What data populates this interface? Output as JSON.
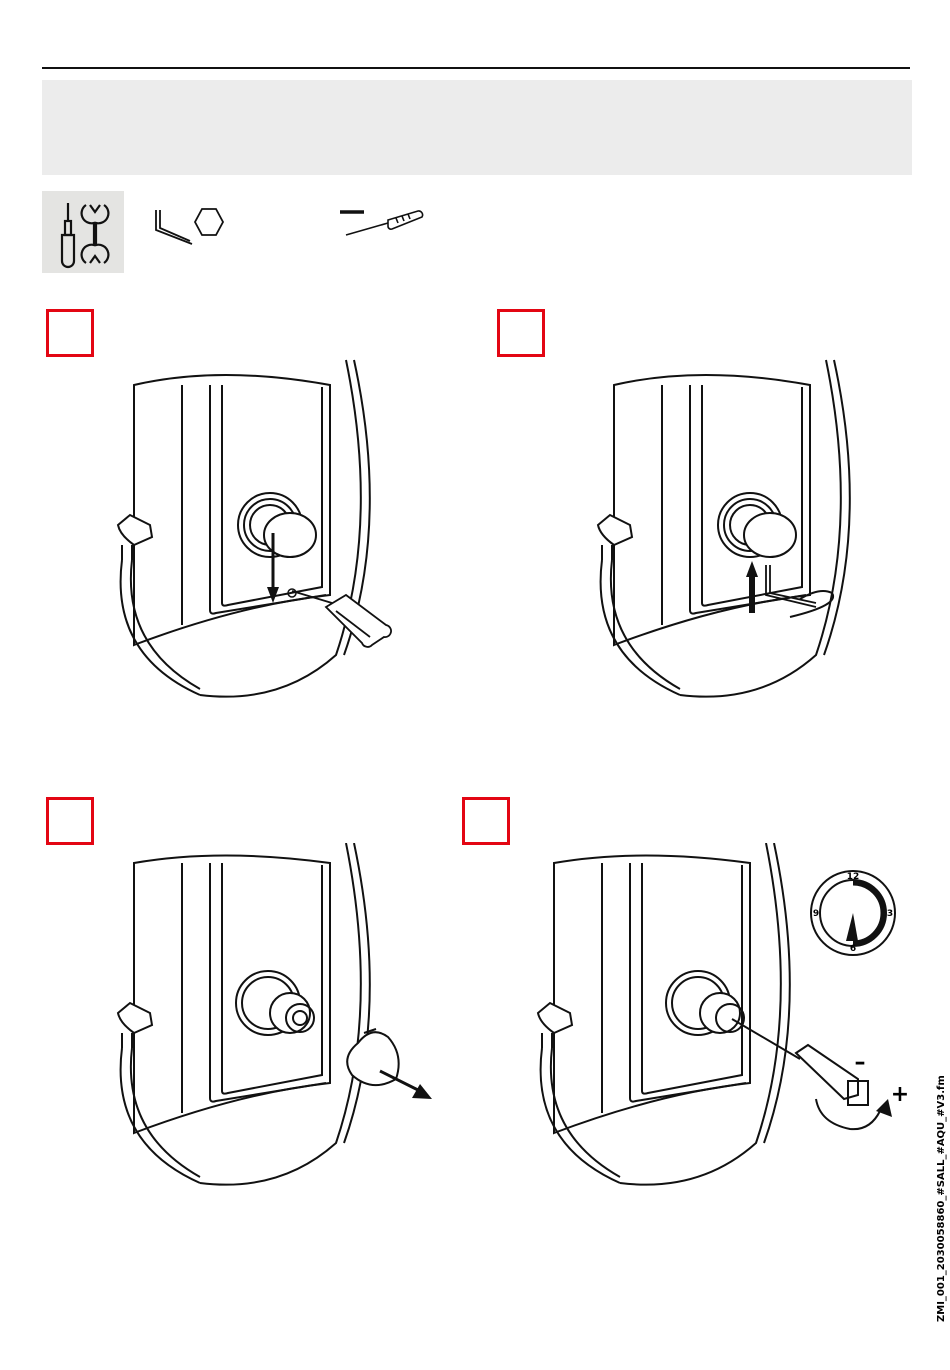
{
  "document": {
    "file_code": "ZMI_001_2030058860_#SALL_#AQU_#V3.fm"
  },
  "tools": [
    {
      "icon": "tools-general-icon"
    },
    {
      "icon": "allen-key-icon"
    },
    {
      "icon": "flat-screwdriver-icon"
    }
  ],
  "steps": [
    {
      "id": 1,
      "action": "press-lock-with-screwdriver"
    },
    {
      "id": 2,
      "action": "insert-allen-key-and-turn"
    },
    {
      "id": 3,
      "action": "pull-off-knob"
    },
    {
      "id": 4,
      "action": "adjust-with-screwdriver"
    }
  ],
  "dial": {
    "labels": {
      "top": "12",
      "right": "3",
      "bottom": "6",
      "left": "9"
    },
    "minus": "–",
    "plus": "+"
  },
  "colors": {
    "accent_red": "#e30613",
    "header_band": "#ececec",
    "tools_bg": "#e4e4e2",
    "line": "#111111"
  }
}
